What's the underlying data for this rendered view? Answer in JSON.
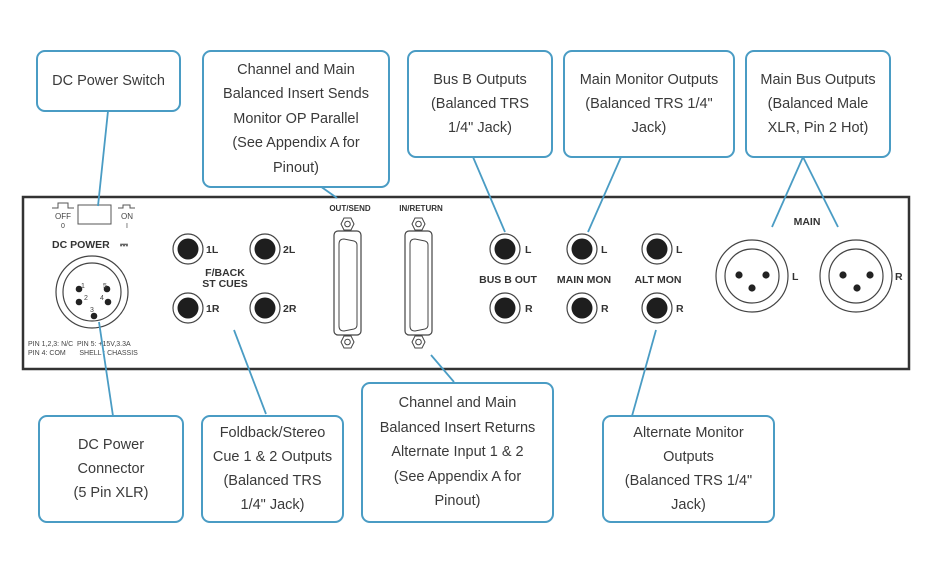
{
  "colors": {
    "callout_border": "#4a9cc4",
    "leader_line": "#4a9cc4",
    "panel_outline": "#333333",
    "text": "#3a3a3a"
  },
  "callouts": {
    "dc_power_switch": {
      "lines": [
        "DC Power Switch"
      ]
    },
    "insert_sends": {
      "lines": [
        "Channel and Main",
        "Balanced Insert Sends",
        "Monitor OP Parallel",
        "(See Appendix A for",
        "Pinout)"
      ]
    },
    "bus_b_outputs": {
      "lines": [
        "Bus B Outputs",
        "(Balanced TRS",
        "1/4\" Jack)"
      ]
    },
    "main_monitor_outputs": {
      "lines": [
        "Main Monitor Outputs",
        "(Balanced TRS 1/4\"",
        "Jack)"
      ]
    },
    "main_bus_outputs": {
      "lines": [
        "Main Bus Outputs",
        "(Balanced Male",
        "XLR, Pin 2 Hot)"
      ]
    },
    "dc_power_connector": {
      "lines": [
        "DC Power",
        "Connector",
        "(5 Pin XLR)"
      ]
    },
    "foldback_outputs": {
      "lines": [
        "Foldback/Stereo",
        "Cue 1 & 2 Outputs",
        "(Balanced TRS",
        "1/4\" Jack)"
      ]
    },
    "insert_returns": {
      "lines": [
        "Channel and Main",
        "Balanced Insert Returns",
        "Alternate Input 1 & 2",
        "(See Appendix A for",
        "Pinout)"
      ]
    },
    "alt_monitor_outputs": {
      "lines": [
        "Alternate Monitor",
        "Outputs",
        "(Balanced TRS 1/4\"",
        "Jack)"
      ]
    }
  },
  "panel": {
    "switch": {
      "off_label": "OFF",
      "off_symbol": "0",
      "on_label": "ON",
      "on_symbol": "I"
    },
    "dc_power": {
      "label": "DC POWER",
      "dc_symbol": "⎓",
      "pins": [
        "1",
        "2",
        "3",
        "4",
        "5"
      ],
      "pin_note_1": "PIN 1,2,3: N/C  PIN 5: +15V,3.3A",
      "pin_note_2": "PIN 4: COM       SHELL : CHASSIS"
    },
    "fback": {
      "title_1": "F/BACK",
      "title_2": "ST CUES",
      "jacks": [
        "1L",
        "2L",
        "1R",
        "2R"
      ]
    },
    "dsub": {
      "out_label": "OUT/SEND",
      "in_label": "IN/RETURN"
    },
    "bus_b": {
      "label": "BUS B OUT",
      "l": "L",
      "r": "R"
    },
    "main_mon": {
      "label": "MAIN MON",
      "l": "L",
      "r": "R"
    },
    "alt_mon": {
      "label": "ALT MON",
      "l": "L",
      "r": "R"
    },
    "main": {
      "label": "MAIN",
      "l": "L",
      "r": "R"
    }
  }
}
